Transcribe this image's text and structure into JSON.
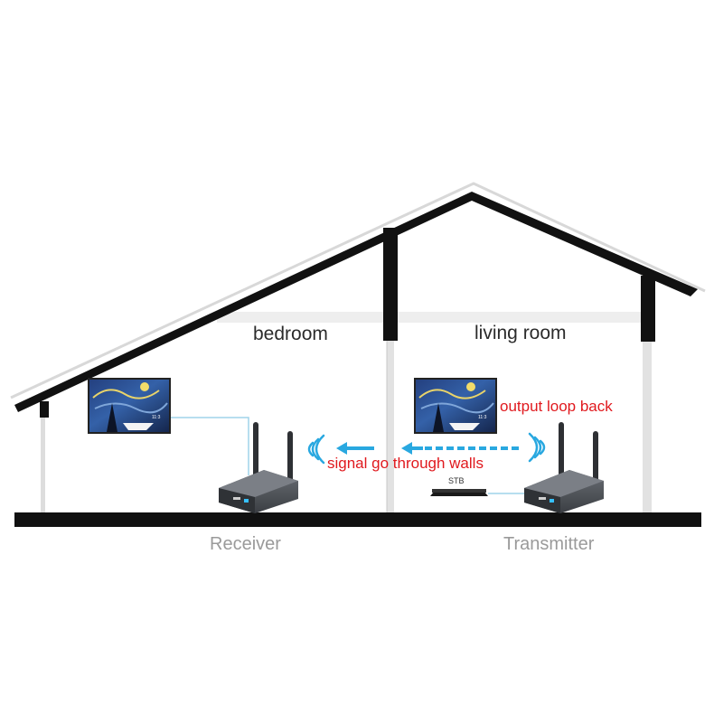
{
  "rooms": {
    "left": "bedroom",
    "right": "living room"
  },
  "devices": {
    "receiver": "Receiver",
    "transmitter": "Transmitter",
    "stb": "STB"
  },
  "annotations": {
    "loop": "output loop back",
    "signal": "signal go through walls"
  },
  "tv": {
    "clock_time": "11:3"
  },
  "colors": {
    "structure": "#111111",
    "roof_outline": "#cfcfcf",
    "accent_red": "#e0191e",
    "signal_blue": "#29a8e0",
    "cable_blue": "#9fd3ea",
    "device_body": "#4a4d52",
    "night_sky": "#1f3a7a"
  },
  "icons": [
    "wifi-wave-icon",
    "arrow-left-icon",
    "tv-screen-icon",
    "antenna-icon"
  ]
}
